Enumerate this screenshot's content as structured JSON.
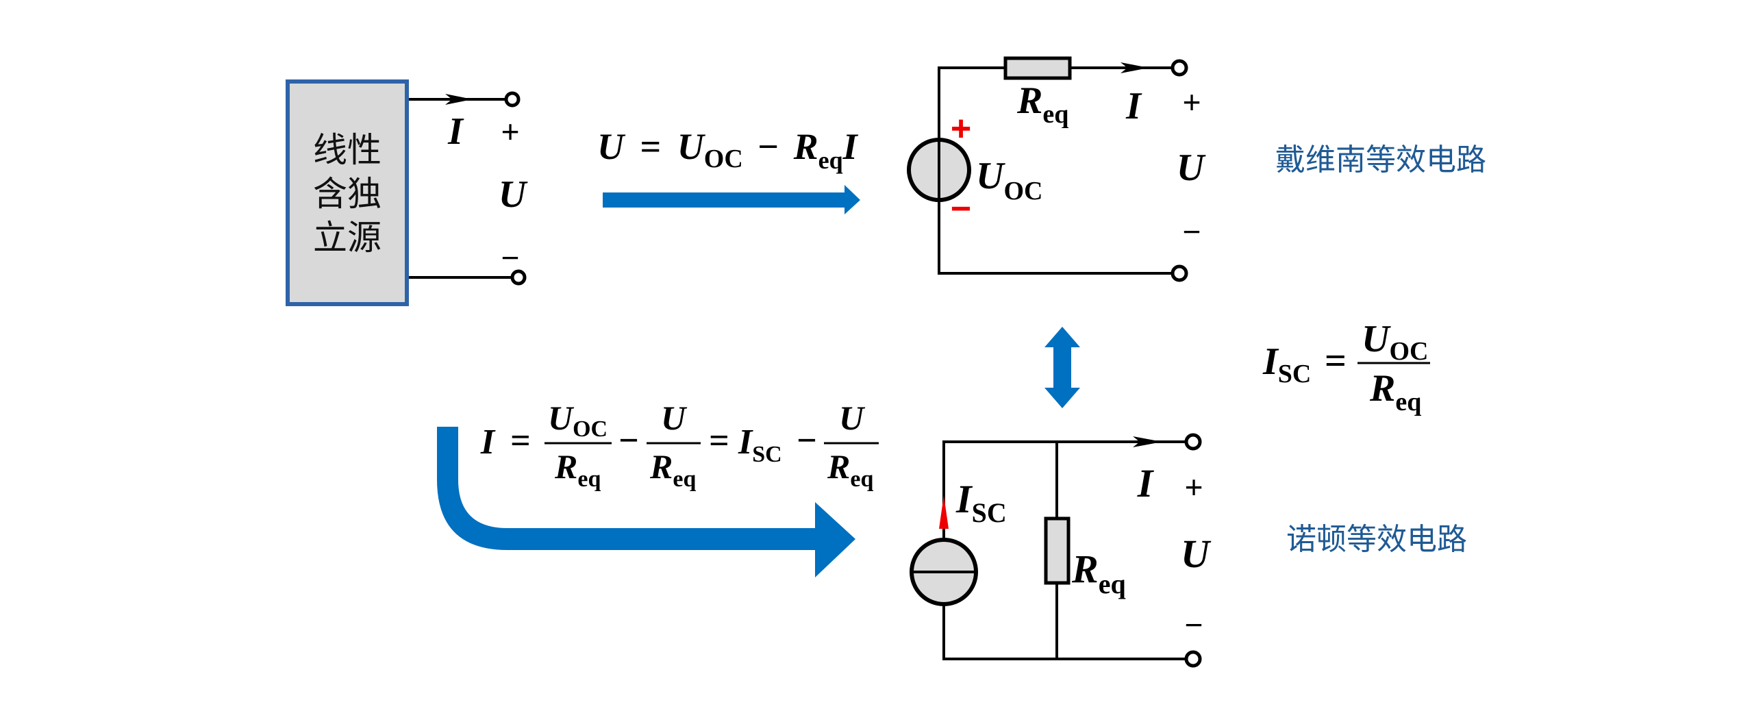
{
  "colors": {
    "accent_arrow": "#0070c0",
    "box_border": "#2f63a8",
    "box_fill": "#d9d9d9",
    "component_fill": "#dcdcdc",
    "label_blue": "#1f5a94",
    "polarity_red": "#ee0000"
  },
  "network": {
    "box_lines": [
      "线性",
      "含独",
      "立源"
    ],
    "current": "I",
    "plus": "+",
    "voltage": "U",
    "minus": "−"
  },
  "eq_thevenin": {
    "lhs": "U",
    "eq": "=",
    "uoc_main": "U",
    "uoc_sub": "OC",
    "minus": "−",
    "req_main": "R",
    "req_sub": "eq",
    "i": "I"
  },
  "thevenin": {
    "title": "戴维南等效电路",
    "resistor_main": "R",
    "resistor_sub": "eq",
    "source_main": "U",
    "source_sub": "OC",
    "pos_sign": "+",
    "neg_sign": "−",
    "current": "I",
    "plus": "+",
    "voltage": "U",
    "minus": "−"
  },
  "isc_formula": {
    "lhs_main": "I",
    "lhs_sub": "SC",
    "eq": "=",
    "num_main": "U",
    "num_sub": "OC",
    "den_main": "R",
    "den_sub": "eq"
  },
  "eq_norton": {
    "lhs": "I",
    "eq1": "=",
    "f1_num_main": "U",
    "f1_num_sub": "OC",
    "f1_den_main": "R",
    "f1_den_sub": "eq",
    "minus1": "−",
    "f2_num": "U",
    "f2_den_main": "R",
    "f2_den_sub": "eq",
    "eq2": "=",
    "isc_main": "I",
    "isc_sub": "SC",
    "minus2": "−",
    "f3_num": "U",
    "f3_den_main": "R",
    "f3_den_sub": "eq"
  },
  "norton": {
    "title": "诺顿等效电路",
    "source_main": "I",
    "source_sub": "SC",
    "resistor_main": "R",
    "resistor_sub": "eq",
    "current": "I",
    "plus": "+",
    "voltage": "U",
    "minus": "−"
  }
}
